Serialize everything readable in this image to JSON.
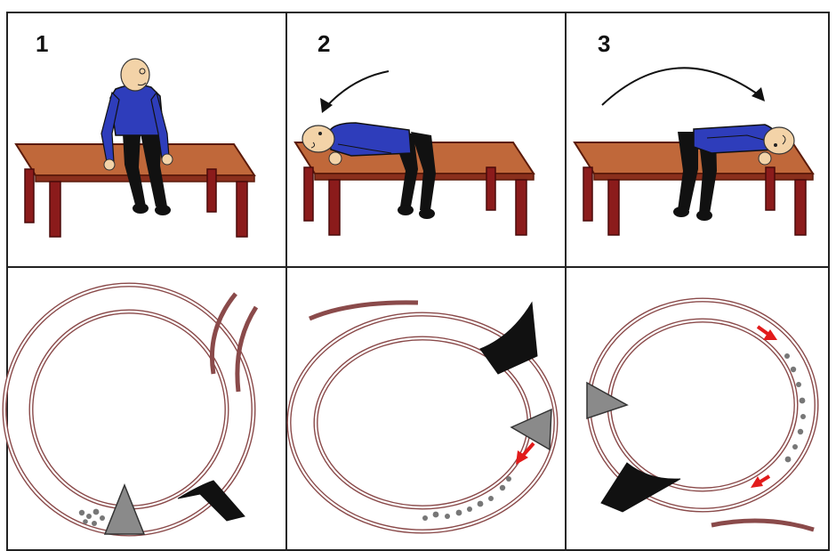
{
  "panels": [
    {
      "number": "1"
    },
    {
      "number": "2"
    },
    {
      "number": "3"
    }
  ],
  "colors": {
    "grid": "#222222",
    "table_top": "#c0683a",
    "table_dark": "#8a2f1c",
    "table_leg": "#8b1b1b",
    "shirt": "#2e3dbb",
    "pants": "#111111",
    "skin": "#f3d3a8",
    "canal_wall": "#8a4a4a",
    "arrow_red": "#e21b1b",
    "ampulla_grey": "#8a8a8a"
  }
}
